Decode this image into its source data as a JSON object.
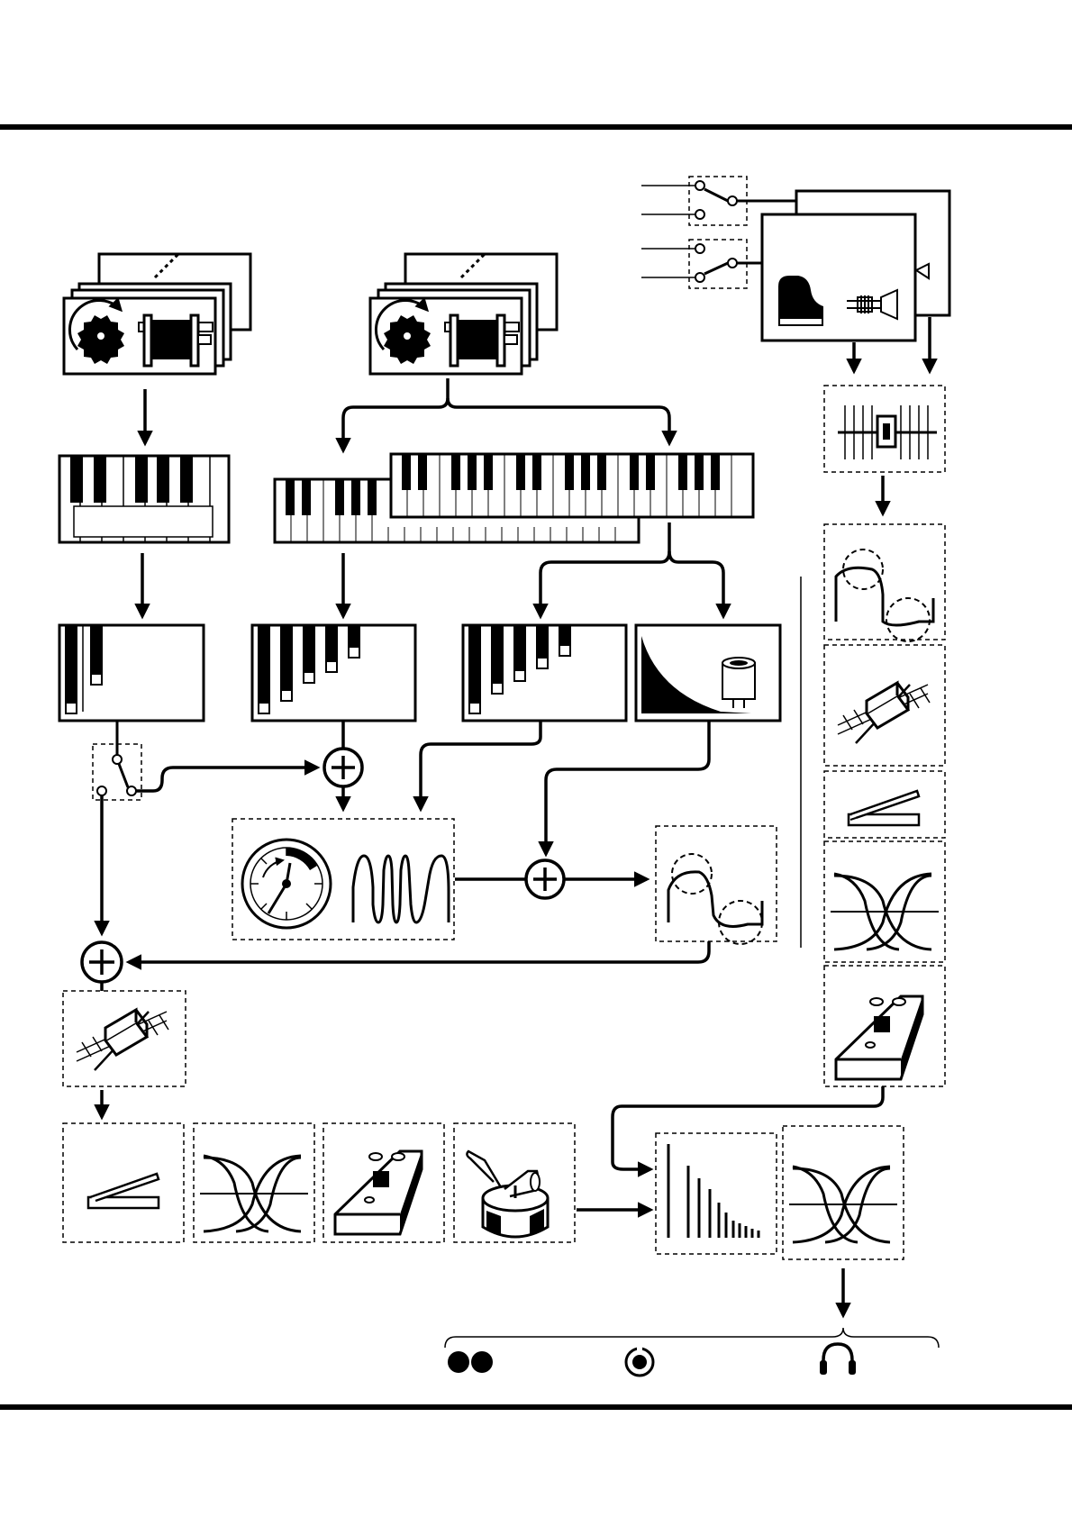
{
  "diagram": {
    "kind": "signal-flow",
    "text_labels": [],
    "nodes": [
      "tonewheel-generator-upper",
      "tonewheel-generator-lower",
      "instrument-sound-engine",
      "input-selector-switch-1",
      "input-selector-switch-2",
      "single-manual-keyboard",
      "lower-keyboard",
      "upper-keyboard",
      "drawbar-set-pedal",
      "drawbar-set-lower",
      "drawbar-set-upper",
      "percussion-decay",
      "vibrato-switch",
      "vibrato-chorus",
      "overdrive-upper",
      "mix-junction-lower",
      "mix-junction-percussion",
      "mix-junction-main",
      "organ-filter",
      "organ-expression-pedal",
      "organ-eq",
      "organ-effects-pedal",
      "rotary-speaker",
      "inst-expression-slider",
      "inst-overdrive",
      "inst-filter",
      "inst-expression-pedal",
      "inst-eq",
      "inst-effects-pedal",
      "reverb",
      "master-eq",
      "output-speakers",
      "output-line-out",
      "output-headphones"
    ]
  }
}
